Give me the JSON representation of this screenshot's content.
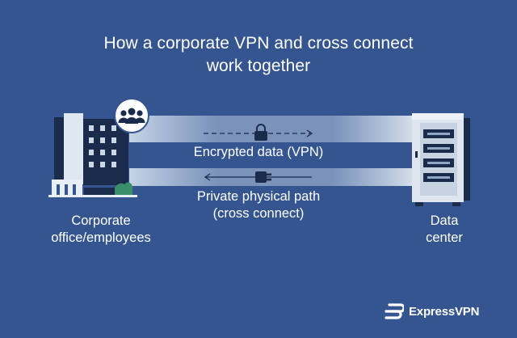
{
  "title": {
    "line1": "How a corporate VPN and cross connect",
    "line2": "work together"
  },
  "links": {
    "vpn_label": "Encrypted data (VPN)",
    "cross_connect_line1": "Private physical path",
    "cross_connect_line2": "(cross connect)"
  },
  "nodes": {
    "office_line1": "Corporate",
    "office_line2": "office/employees",
    "datacenter_line1": "Data",
    "datacenter_line2": "center"
  },
  "brand": {
    "name": "ExpressVPN"
  },
  "icons": {
    "users": "users-icon",
    "lock": "lock-icon",
    "plug": "plug-icon",
    "logo": "expressvpn-logo-icon"
  },
  "colors": {
    "background": "#34558f",
    "building_dark": "#1a2b4c",
    "pipe_light": "#e4ebf4",
    "server": "#dfe6ef"
  }
}
